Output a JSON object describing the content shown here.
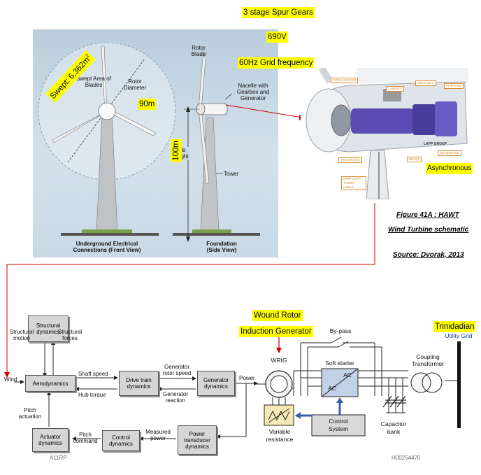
{
  "annotations": {
    "gears": "3 stage Spur Gears",
    "voltage": "690V",
    "grid_frequency": "60Hz Grid frequency",
    "swept": "Swept: 6,362m",
    "swept_sup": "2",
    "diameter": "90m",
    "hub_height": "100m",
    "asynchronous": "Asynchronous",
    "wound_rotor": "Wound Rotor",
    "induction_generator": "Induction Generator",
    "trinidadian": "Trinidadian"
  },
  "turbine_drawing": {
    "swept_area": "Swept Area of Blades",
    "rotor_diameter": "Rotor Diameter",
    "rotor_blade": "Rotor Blade",
    "nacelle": "Nacelle with Gearbox and Generator",
    "hub_height": "Hub Height",
    "tower": "Tower",
    "front_view": "Underground Electrical Connections (Front View)",
    "side_view": "Foundation (Side View)"
  },
  "nacelle_tags": {
    "pitch_system": "PITCH SYSTEM",
    "cabinet": "CABINET",
    "gear_box": "GEAR BOX",
    "slip_ring": "SLIP RING",
    "yaw_drives": "YAW DRIVES",
    "brake": "BRAKE",
    "generator": "GENERATOR",
    "drip_loop": "DRIP LOOP/ TOWER CABLE",
    "brand": "LAPP GROUP"
  },
  "caption": {
    "figure": "Figure 41A : HAWT",
    "subtitle": "Wind Turbine schematic",
    "source": "Source: Dvorak, 2013"
  },
  "block_diagram": {
    "boxes": {
      "structural": "Structural dynamics",
      "aerodynamics": "Aerodynamics",
      "drive_train": "Drive train dynamics",
      "generator": "Generator dynamics",
      "actuator": "Actuator dynamics",
      "control": "Control dynamics",
      "power_transducer": "Power transducer dynamics"
    },
    "labels": {
      "structural_motion": "Structural motion",
      "structural_forces": "Structural forces",
      "wind": "Wind",
      "shaft_speed": "Shaft speed",
      "hub_torque": "Hub torque",
      "gen_rotor_speed": "Generator rotor speed",
      "gen_reaction": "Generator reaction",
      "power": "Power",
      "pitch_actuation": "Pitch actuation",
      "pitch_command": "Pitch command",
      "measured_power": "Measured power"
    },
    "code": "A11RP"
  },
  "grid_diagram": {
    "bypass": "By-pass",
    "wrig": "WRIG",
    "soft_starter": "Soft starter",
    "ac_top": "AC",
    "ac_bottom": "AC",
    "coupling": "Coupling",
    "transformer": "Transformer",
    "utility_grid": "Utility Grid",
    "variable": "Variable",
    "resistance": "resistance",
    "control": "Control",
    "system": "System",
    "capacitor": "Capacitor",
    "bank": "bank",
    "code": "H00254470"
  },
  "colors": {
    "highlight": "#ffff00",
    "arrow_red": "#cc0000",
    "sky": "#c2d3e0",
    "utility_blue": "#1a3a9a",
    "nacelle_purple": "#5b4bb3"
  }
}
